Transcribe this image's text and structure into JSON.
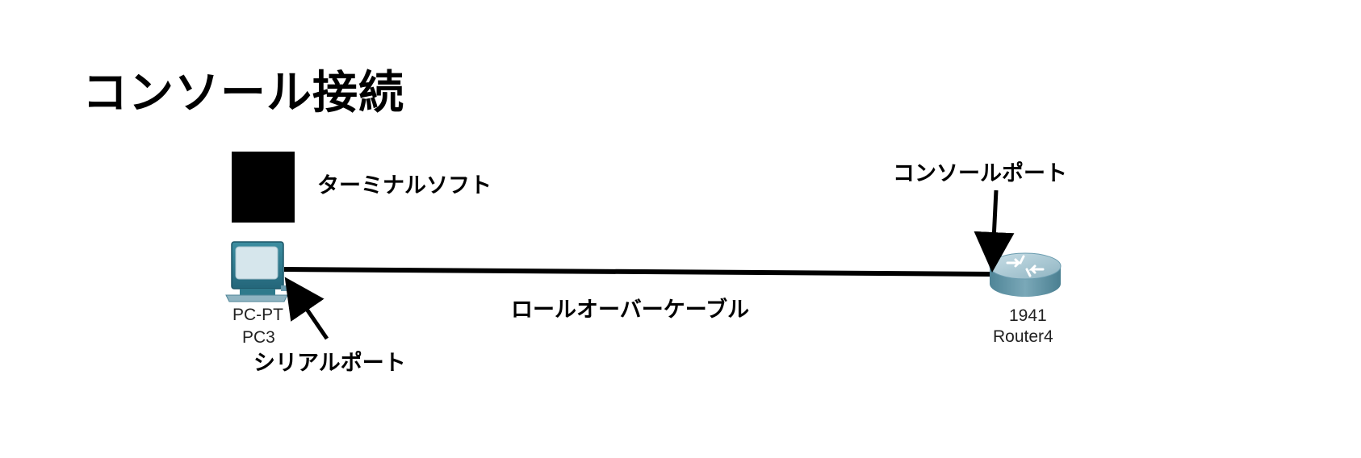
{
  "title": "コンソール接続",
  "terminal": {
    "label": "ターミナルソフト"
  },
  "pc": {
    "model": "PC-PT",
    "name": "PC3",
    "port_label": "シリアルポート"
  },
  "cable": {
    "label": "ロールオーバーケーブル"
  },
  "router": {
    "model": "1941",
    "name": "Router4",
    "port_label": "コンソールポート"
  },
  "colors": {
    "background": "#ffffff",
    "line": "#000000",
    "pc_body": "#2f7a8c",
    "pc_screen": "#d6e6ec",
    "router_top": "#a9c9d4",
    "router_side": "#5f93a6"
  },
  "icons": {
    "pc": "desktop-computer-icon",
    "router": "router-icon",
    "terminal": "terminal-window-icon"
  }
}
